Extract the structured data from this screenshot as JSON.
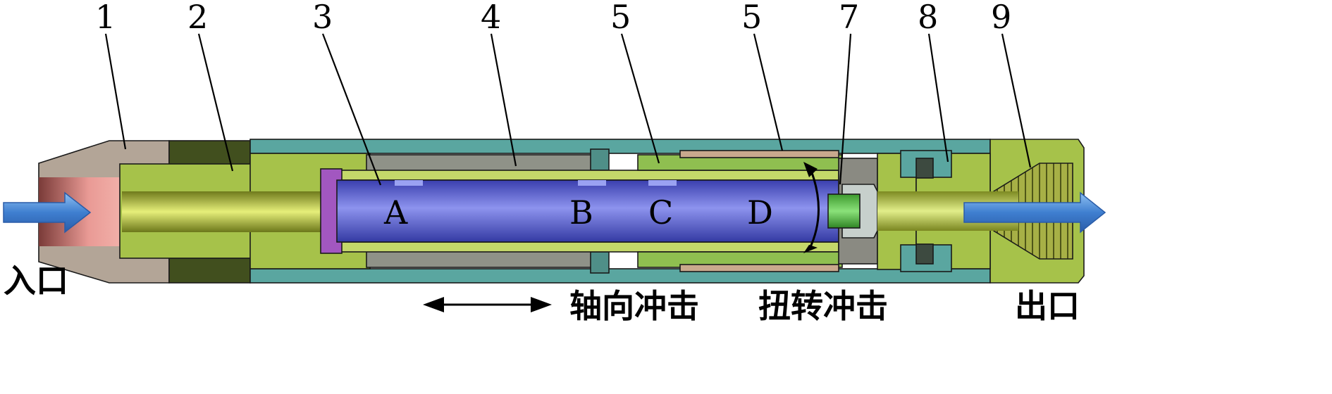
{
  "callouts": [
    {
      "id": "callout-1",
      "label": "1"
    },
    {
      "id": "callout-2",
      "label": "2"
    },
    {
      "id": "callout-3",
      "label": "3"
    },
    {
      "id": "callout-4",
      "label": "4"
    },
    {
      "id": "callout-5a",
      "label": "5"
    },
    {
      "id": "callout-5b",
      "label": "5"
    },
    {
      "id": "callout-7",
      "label": "7"
    },
    {
      "id": "callout-8",
      "label": "8"
    },
    {
      "id": "callout-9",
      "label": "9"
    }
  ],
  "zones": [
    "A",
    "B",
    "C",
    "D"
  ],
  "text": {
    "inlet": "入口",
    "outlet": "出口",
    "axial_impact": "轴向冲击",
    "torsional_impact": "扭转冲击"
  },
  "colors": {
    "housing_teal": "#5aa6a0",
    "sleeve_olive": "#a6c24a",
    "inner_green": "#c4d86a",
    "shaft_blue": "#5860d8",
    "cap_purple": "#a257c0",
    "nozzle_taupe": "#b3a597",
    "inlet_pink": "#e89a95",
    "flow_arrow": "#3f7fd0"
  }
}
